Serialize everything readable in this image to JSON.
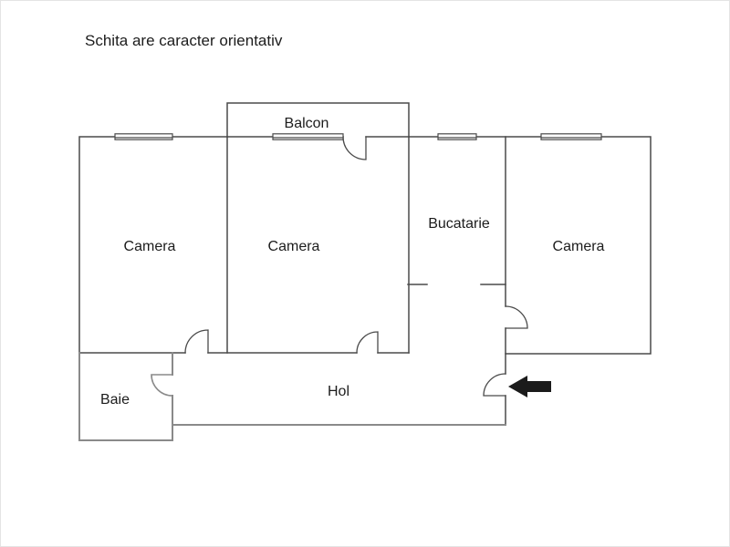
{
  "title": "Schita are caracter orientativ",
  "rooms": [
    {
      "id": "camera-left",
      "label": "Camera"
    },
    {
      "id": "camera-middle",
      "label": "Camera"
    },
    {
      "id": "bucatarie",
      "label": "Bucatarie"
    },
    {
      "id": "camera-right",
      "label": "Camera"
    },
    {
      "id": "balcon",
      "label": "Balcon"
    },
    {
      "id": "baie",
      "label": "Baie"
    },
    {
      "id": "hol",
      "label": "Hol"
    }
  ],
  "symbols": {
    "entrance_arrow": "arrow-left",
    "windows_count": 4,
    "doors_count": 6
  },
  "colors": {
    "background": "#ffffff",
    "wall": "#4a4a4a",
    "wall_light": "#8a8a8a",
    "text": "#1c1c1c",
    "arrow": "#1b1b1b"
  }
}
